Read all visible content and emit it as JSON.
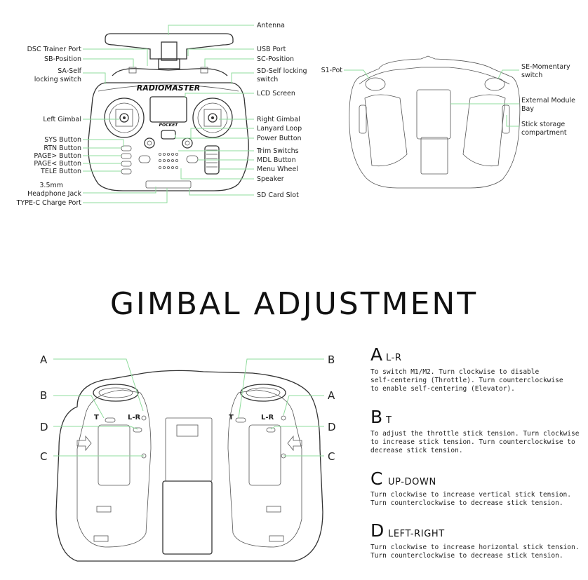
{
  "front_labels_left": [
    {
      "id": "dsc-trainer-port",
      "text": "DSC Trainer Port"
    },
    {
      "id": "sb-position",
      "text": "SB-Position"
    },
    {
      "id": "sa-self-locking-1",
      "text": "SA-Self"
    },
    {
      "id": "sa-self-locking-2",
      "text": "locking switch"
    },
    {
      "id": "left-gimbal",
      "text": "Left Gimbal"
    },
    {
      "id": "sys-button",
      "text": "SYS Button"
    },
    {
      "id": "rtn-button",
      "text": "RTN Button"
    },
    {
      "id": "page-next-button",
      "text": "PAGE> Button"
    },
    {
      "id": "page-prev-button",
      "text": "PAGE< Button"
    },
    {
      "id": "tele-button",
      "text": "TELE Button"
    },
    {
      "id": "headphone-jack-1",
      "text": "3.5mm"
    },
    {
      "id": "headphone-jack-2",
      "text": "Headphone Jack"
    },
    {
      "id": "typec-charge-port",
      "text": "TYPE-C Charge Port"
    }
  ],
  "front_labels_right": [
    {
      "id": "antenna",
      "text": "Antenna"
    },
    {
      "id": "usb-port",
      "text": "USB Port"
    },
    {
      "id": "sc-position",
      "text": "SC-Position"
    },
    {
      "id": "sd-self-locking-1",
      "text": "SD-Self locking"
    },
    {
      "id": "sd-self-locking-2",
      "text": "switch"
    },
    {
      "id": "lcd-screen",
      "text": "LCD Screen"
    },
    {
      "id": "right-gimbal",
      "text": "Right Gimbal"
    },
    {
      "id": "lanyard-loop",
      "text": "Lanyard Loop"
    },
    {
      "id": "power-button",
      "text": "Power Button"
    },
    {
      "id": "trim-switchs",
      "text": "Trim Switchs"
    },
    {
      "id": "mdl-button",
      "text": "MDL Button"
    },
    {
      "id": "menu-wheel",
      "text": "Menu Wheel"
    },
    {
      "id": "speaker",
      "text": "Speaker"
    },
    {
      "id": "sd-card-slot",
      "text": "SD Card Slot"
    }
  ],
  "back_labels": [
    {
      "id": "s1-pot",
      "text": "S1-Pot"
    },
    {
      "id": "se-momentary-1",
      "text": "SE-Momentary"
    },
    {
      "id": "se-momentary-2",
      "text": "switch"
    },
    {
      "id": "external-module-1",
      "text": "External Module"
    },
    {
      "id": "external-module-2",
      "text": "Bay"
    },
    {
      "id": "stick-storage-1",
      "text": "Stick storage"
    },
    {
      "id": "stick-storage-2",
      "text": "compartment"
    }
  ],
  "brand_logo": "RADIOMASTER",
  "model_mark": "POCKET",
  "section_title": "GIMBAL ADJUSTMENT",
  "adjust_part_labels": {
    "A": "A",
    "B": "B",
    "C": "C",
    "D": "D"
  },
  "gimbal_marks": {
    "t": "T",
    "lr": "L-R"
  },
  "adjustments": [
    {
      "letter": "A",
      "heading": "L-R",
      "lines": [
        "To switch M1/M2. Turn clockwise to disable",
        "self-centering (Throttle). Turn counterclockwise",
        "to enable self-centering (Elevator)."
      ]
    },
    {
      "letter": "B",
      "heading": "T",
      "lines": [
        "To adjust the throttle stick tension. Turn clockwise",
        "to increase stick tension. Turn counterclockwise to",
        "decrease stick tension."
      ]
    },
    {
      "letter": "C",
      "heading": "UP-DOWN",
      "lines": [
        "Turn clockwise to increase vertical stick tension.",
        "Turn counterclockwise to decrease stick tension."
      ]
    },
    {
      "letter": "D",
      "heading": "LEFT-RIGHT",
      "lines": [
        "Turn clockwise to increase horizontal stick tension.",
        "Turn counterclockwise to decrease stick tension."
      ]
    }
  ],
  "colors": {
    "leader_line": "#8fdc9c",
    "outline": "#333333"
  }
}
